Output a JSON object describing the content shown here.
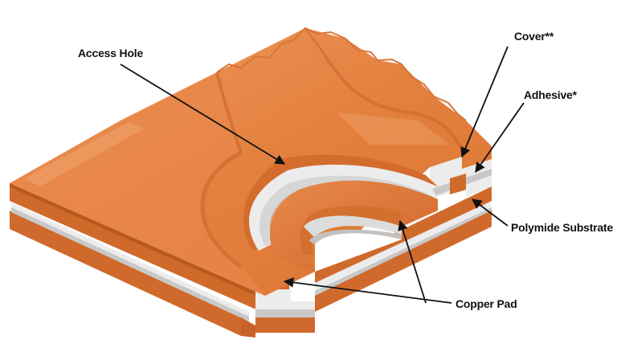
{
  "labels": {
    "access_hole": "Access Hole",
    "cover": "Cover**",
    "adhesive": "Adhesive*",
    "polymide_substrate": "Polymide Substrate",
    "copper_pad": "Copper Pad"
  },
  "colors": {
    "copper": "#e27a39",
    "copper_light": "#ec9a62",
    "copper_dark": "#c25d22",
    "adhesive_white": "#eeeeee",
    "adhesive_shadow": "#c6c6c6",
    "pointer": "#111111"
  }
}
